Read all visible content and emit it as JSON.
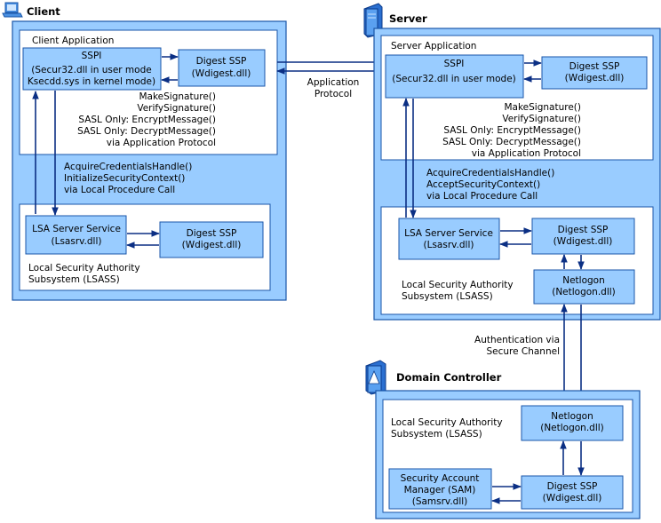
{
  "client": {
    "title": "Client",
    "app_label": "Client Application",
    "sspi": [
      "SSPI",
      "(Secur32.dll in user mode",
      "Ksecdd.sys in kernel mode)"
    ],
    "digest": [
      "Digest SSP",
      "(Wdigest.dll)"
    ],
    "calls": [
      "MakeSignature()",
      "VerifySignature()",
      "SASL Only: EncryptMessage()",
      "SASL Only: DecryptMessage()",
      "via Application Protocol"
    ],
    "lsa_calls": [
      "AcquireCredentialsHandle()",
      "InitializeSecurityContext()",
      "via Local Procedure Call"
    ],
    "lsa_service": [
      "LSA Server Service",
      "(Lsasrv.dll)"
    ],
    "lsa_digest": [
      "Digest SSP",
      "(Wdigest.dll)"
    ],
    "lsass": [
      "Local Security Authority",
      "Subsystem (LSASS)"
    ]
  },
  "protocol": [
    "Application",
    "Protocol"
  ],
  "server": {
    "title": "Server",
    "app_label": "Server Application",
    "sspi": [
      "SSPI",
      "(Secur32.dll in user mode)"
    ],
    "digest": [
      "Digest SSP",
      "(Wdigest.dll)"
    ],
    "calls": [
      "MakeSignature()",
      "VerifySignature()",
      "SASL Only: EncryptMessage()",
      "SASL Only: DecryptMessage()",
      "via Application Protocol"
    ],
    "lsa_calls": [
      "AcquireCredentialsHandle()",
      "AcceptSecurityContext()",
      "via Local Procedure Call"
    ],
    "lsa_service": [
      "LSA Server Service",
      "(Lsasrv.dll)"
    ],
    "lsa_digest": [
      "Digest SSP",
      "(Wdigest.dll)"
    ],
    "netlogon": [
      "Netlogon",
      "(Netlogon.dll)"
    ],
    "lsass": [
      "Local Security Authority",
      "Subsystem (LSASS)"
    ]
  },
  "auth_channel": [
    "Authentication via",
    "Secure Channel"
  ],
  "dc": {
    "title": "Domain Controller",
    "lsass": [
      "Local Security Authority",
      "Subsystem (LSASS)"
    ],
    "netlogon": [
      "Netlogon",
      "(Netlogon.dll)"
    ],
    "sam": [
      "Security Account",
      "Manager (SAM)",
      "(Samsrv.dll)"
    ],
    "digest": [
      "Digest SSP",
      "(Wdigest.dll)"
    ]
  },
  "colors": {
    "box_fill": "#99ccff",
    "border": "#1a56a8",
    "arrow": "#0b2f84"
  },
  "icons": {
    "client": "laptop-icon",
    "server": "server-icon",
    "dc": "domain-controller-icon"
  }
}
